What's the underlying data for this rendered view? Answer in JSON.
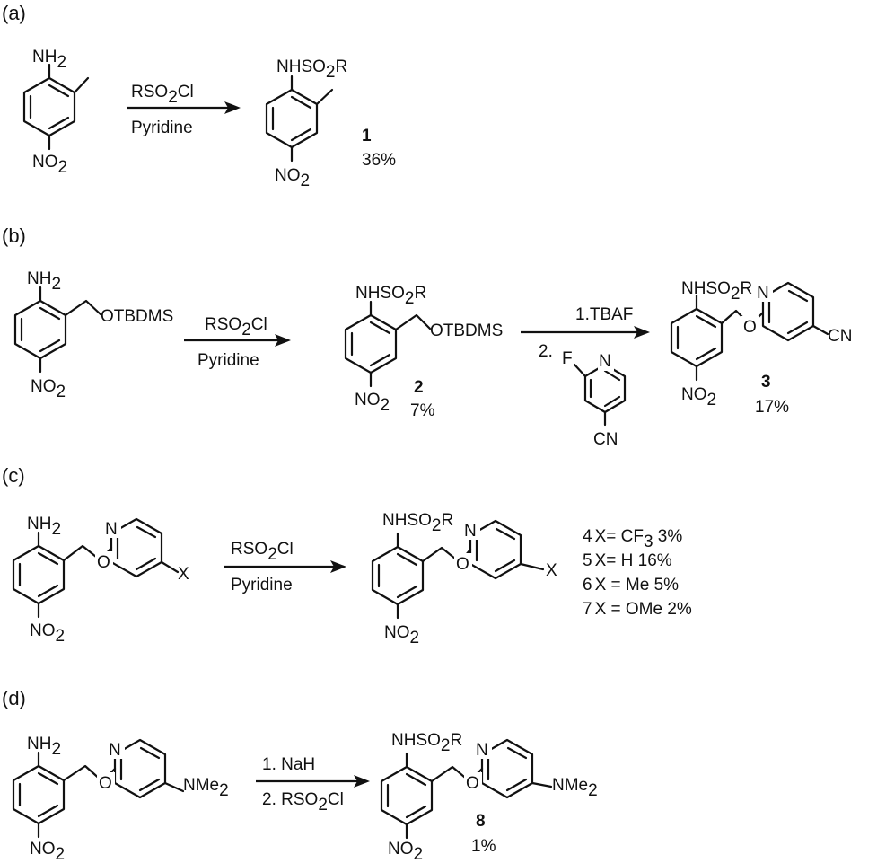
{
  "panels": [
    {
      "label": "(a)",
      "reactant_groups": [
        "NH",
        "2",
        "NO",
        "2"
      ],
      "reagents": [
        "RSO",
        "2",
        "Cl",
        "Pyridine"
      ],
      "product_groups": [
        "NHSO",
        "2",
        "R",
        "NO",
        "2"
      ],
      "product_number": "1",
      "yield": "36%"
    },
    {
      "label": "(b)",
      "reactant_groups": [
        "NH",
        "2",
        "OTBDMS",
        "NO",
        "2"
      ],
      "reagents": [
        "RSO",
        "2",
        "Cl",
        "Pyridine"
      ],
      "intermediate_groups": [
        "NHSO",
        "2",
        "R",
        "OTBDMS",
        "NO",
        "2"
      ],
      "intermediate_number": "2",
      "intermediate_yield": "7%",
      "step2_reagents": [
        "1.TBAF",
        "2.",
        "F",
        "N",
        "CN"
      ],
      "product_groups": [
        "NHSO",
        "2",
        "R",
        "N",
        "O",
        "CN",
        "NO",
        "2"
      ],
      "product_number": "3",
      "yield": "17%"
    },
    {
      "label": "(c)",
      "reactant_groups": [
        "NH",
        "2",
        "N",
        "O",
        "X",
        "NO",
        "2"
      ],
      "reagents": [
        "RSO",
        "2",
        "Cl",
        "Pyridine"
      ],
      "product_groups": [
        "NHSO",
        "2",
        "R",
        "N",
        "O",
        "X",
        "NO",
        "2"
      ],
      "results": [
        {
          "number": "4",
          "text": "X= CF",
          "sub": "3",
          "tail": " 3%"
        },
        {
          "number": "5",
          "text": "X= H 16%",
          "sub": "",
          "tail": ""
        },
        {
          "number": "6",
          "text": "X = Me 5%",
          "sub": "",
          "tail": ""
        },
        {
          "number": "7",
          "text": "X = OMe 2%",
          "sub": "",
          "tail": ""
        }
      ]
    },
    {
      "label": "(d)",
      "reactant_groups": [
        "NH",
        "2",
        "N",
        "O",
        "NMe",
        "2",
        "NO",
        "2"
      ],
      "reagents": [
        "1. NaH",
        "2. RSO",
        "2",
        "Cl"
      ],
      "product_groups": [
        "NHSO",
        "2",
        "R",
        "N",
        "O",
        "NMe",
        "2",
        "NO",
        "2"
      ],
      "product_number": "8",
      "yield": "1%"
    }
  ]
}
